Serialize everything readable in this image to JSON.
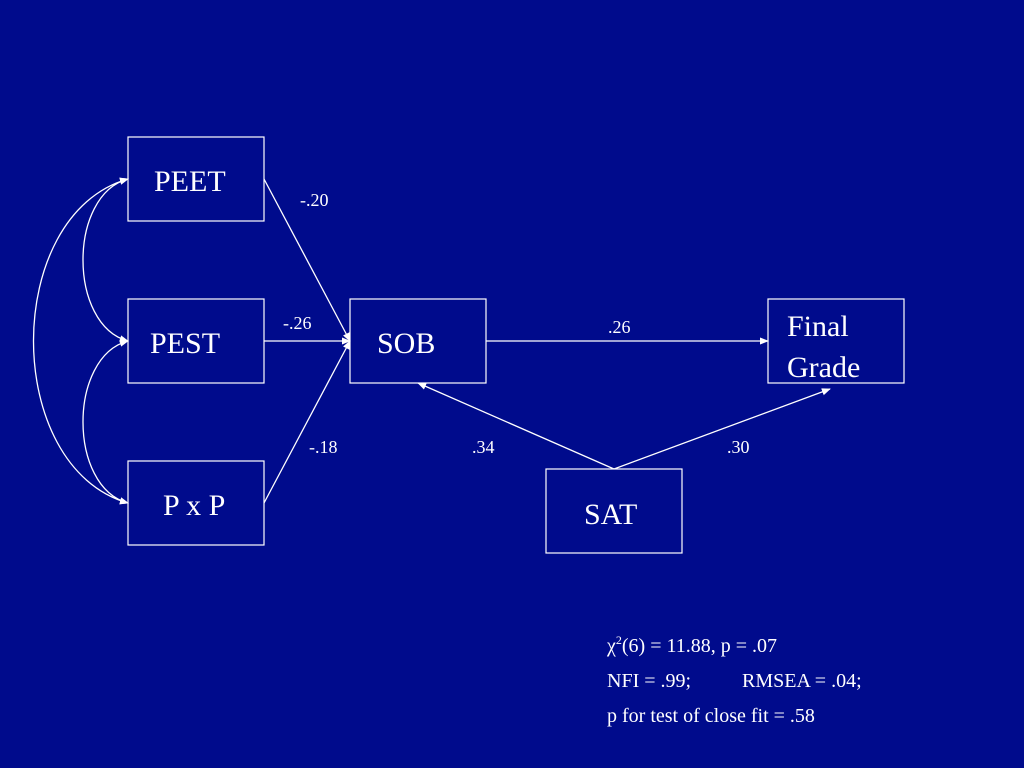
{
  "colors": {
    "background": "#000b8c",
    "foreground": "#ffffff"
  },
  "nodes": {
    "peet": "PEET",
    "pest": "PEST",
    "pxp": "P x P",
    "sob": "SOB",
    "final_line1": "Final",
    "final_line2": "Grade",
    "sat": "SAT"
  },
  "paths": [
    {
      "from": "PEET",
      "to": "SOB",
      "coefficient": "-.20"
    },
    {
      "from": "PEST",
      "to": "SOB",
      "coefficient": "-.26"
    },
    {
      "from": "P x P",
      "to": "SOB",
      "coefficient": "-.18"
    },
    {
      "from": "SOB",
      "to": "Final Grade",
      "coefficient": ".26"
    },
    {
      "from": "SAT",
      "to": "SOB",
      "coefficient": ".34"
    },
    {
      "from": "SAT",
      "to": "Final Grade",
      "coefficient": ".30"
    }
  ],
  "fit": {
    "chi_symbol": "χ",
    "chi_sup": "2",
    "chi_rest": "(6) = 11.88, p = .07",
    "nfi": "NFI = .99;",
    "rmsea": "RMSEA = .04;",
    "close_fit": "p for test of close fit = .58"
  }
}
